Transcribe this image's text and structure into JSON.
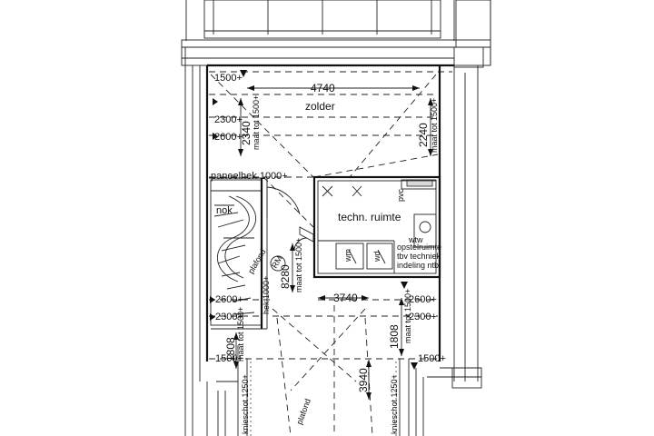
{
  "rooms": {
    "zolder": "zolder",
    "techn_ruimte": "techn. ruimte",
    "opstelruimte": [
      "opstelruimte",
      "tbv techniek",
      "indeling ntb"
    ]
  },
  "dimensions": {
    "width_top": "4740",
    "height_left": "2340",
    "height_left_note": "maat tot 1500+",
    "height_right": "2240",
    "height_right_note": "maat tot 1500+",
    "stair_height": "8280",
    "stair_height_note": "maat tot 1500+",
    "width_mid": "3740",
    "height_mid_right": "1808",
    "height_mid_right_note": "maat tot 1500+",
    "height_low_left": "1808",
    "height_low_left_note": "maat tot 1500+",
    "height_low_right": "3940"
  },
  "levels": {
    "l1500_top": "1500+",
    "l2300_top": "2300+",
    "l2600_top": "2600+",
    "l2600_right_mid": "2600+",
    "l2300_right_mid": "2300+",
    "l2600_left_mid": "2600+",
    "l2300_left_mid": "2300+",
    "l1500_left_low": "1500+",
    "l1500_right_low": "1500+"
  },
  "annotations": {
    "paneelhek": "paneelhek 1000+",
    "nok": "nok",
    "plafond_stair": "plafond",
    "plafond_bottom": "plafond",
    "hek": "hek 1000+",
    "rm": "RM",
    "knieschot_left": "knieschot 1250+",
    "knieschot_right": "knieschot 1250+",
    "wm": "wm",
    "wd": "wd",
    "pvc": "pvc",
    "wtw": "wtw"
  }
}
